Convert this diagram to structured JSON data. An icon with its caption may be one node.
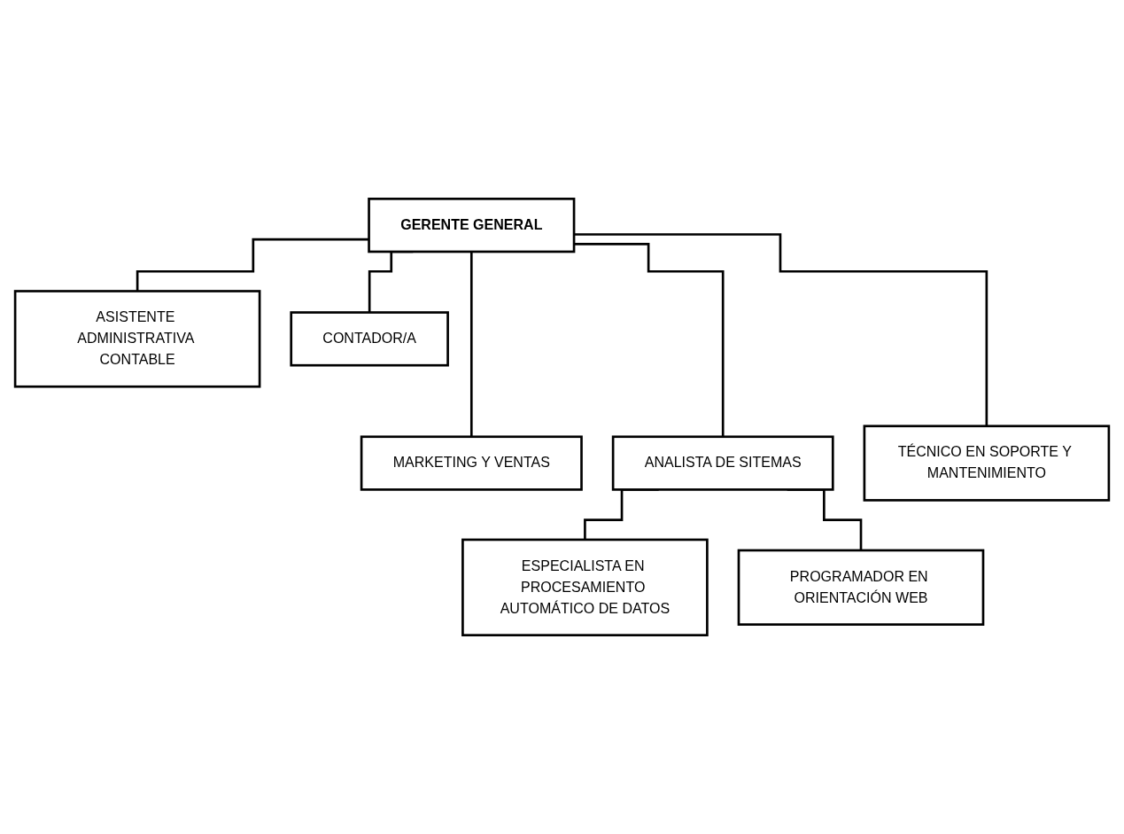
{
  "diagram": {
    "nodes": [
      {
        "text": [
          "GERENTE GENERAL"
        ]
      },
      {
        "text": [
          "ASISTENTE ADMINISTRATIVA CONTABLE"
        ]
      },
      {
        "text": [
          "CONTADOR/A"
        ]
      },
      {
        "text": [
          "MARKETING Y VENTAS"
        ]
      },
      {
        "text": [
          "ANALISTA DE SITEMAS"
        ]
      },
      {
        "text": [
          "TÉCNICO EN SOPORTE Y MANTENIMIENTO"
        ]
      },
      {
        "text": [
          "ESPECIALISTA EN PROCESAMIENTO AUTOMÁTICO DE DATOS"
        ]
      },
      {
        "text": [
          "PROGRAMADOR EN ORIENTACIÓN WEB"
        ]
      }
    ],
    "edges": [
      {
        "from": 0,
        "to": 1,
        "arrow": "none"
      },
      {
        "from": 0,
        "to": 2,
        "arrow": "none"
      },
      {
        "from": 0,
        "to": 3,
        "arrow": "none"
      },
      {
        "from": 0,
        "to": 4,
        "arrow": "none"
      },
      {
        "from": 0,
        "to": 5,
        "arrow": "none"
      },
      {
        "from": 4,
        "to": 6,
        "arrow": "none"
      },
      {
        "from": 4,
        "to": 7,
        "arrow": "none"
      }
    ]
  }
}
